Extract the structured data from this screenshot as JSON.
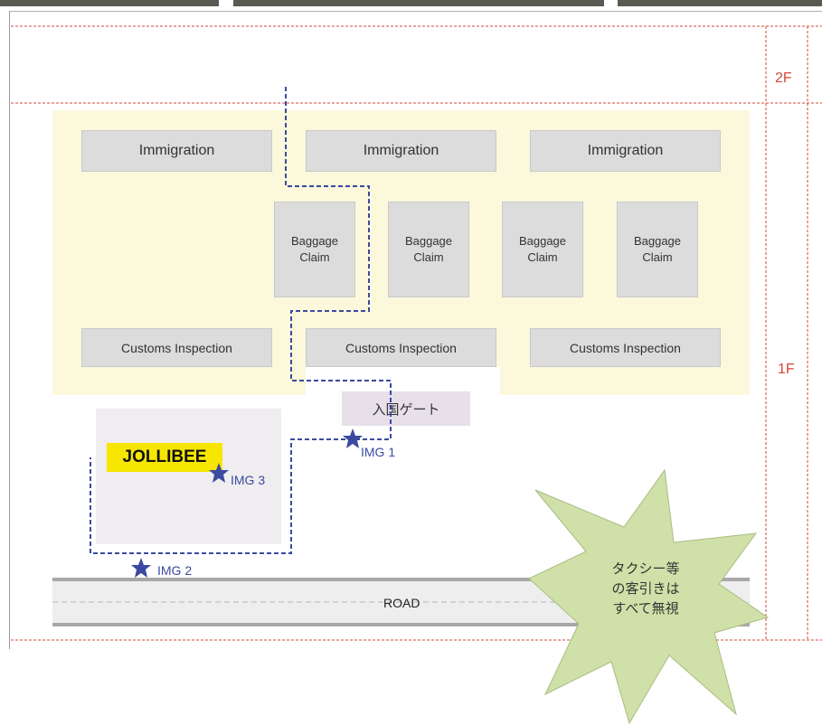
{
  "floors": {
    "upper": "2F",
    "lower": "1F"
  },
  "immigration": [
    "Immigration",
    "Immigration",
    "Immigration"
  ],
  "baggage_claim": [
    "Baggage\nClaim",
    "Baggage\nClaim",
    "Baggage\nClaim",
    "Baggage\nClaim"
  ],
  "customs": [
    "Customs Inspection",
    "Customs Inspection",
    "Customs Inspection"
  ],
  "gate": "入国ゲート",
  "shop": "JOLLIBEE",
  "photo_points": [
    "IMG 1",
    "IMG 2",
    "IMG 3"
  ],
  "road": "ROAD",
  "callout": "タクシー等\nの客引きは\nすべて無視",
  "colors": {
    "route": "#3b4aa0",
    "floor_line": "#d2493c",
    "callout": "#cfe0a8",
    "shop": "#f7e600"
  }
}
